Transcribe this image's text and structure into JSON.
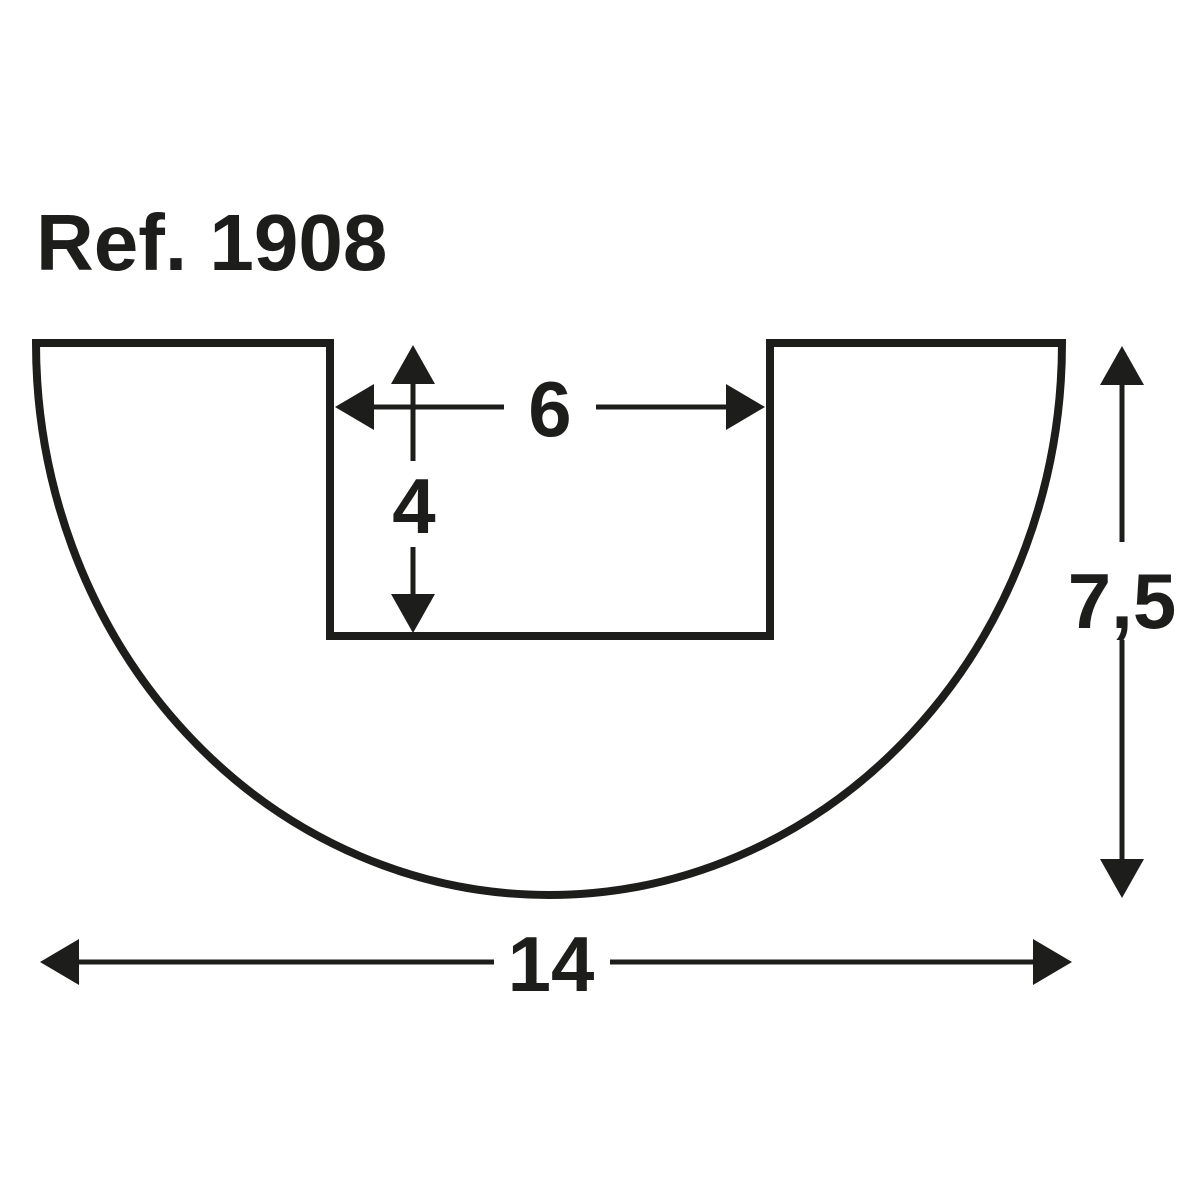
{
  "drawing": {
    "reference": "Ref. 1908",
    "dimensions": {
      "notch_width": "6",
      "notch_depth": "4",
      "overall_height": "7,5",
      "overall_width": "14"
    }
  },
  "colors": {
    "ink": "#1d1d1b",
    "background": "#ffffff"
  }
}
